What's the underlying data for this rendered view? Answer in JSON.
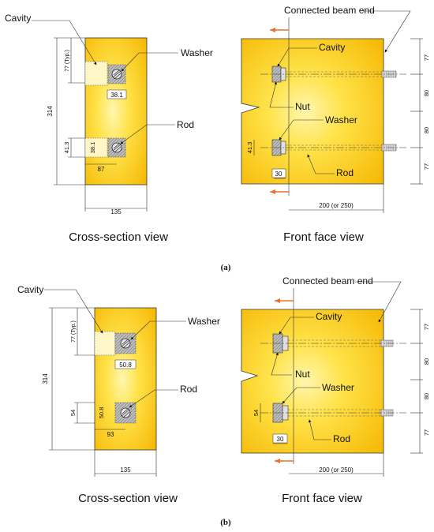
{
  "panels": [
    {
      "caption": "(a)",
      "cross_section": {
        "title": "Cross-section view",
        "labels": {
          "cavity": "Cavity",
          "washer": "Washer",
          "rod": "Rod"
        },
        "dims": {
          "height": "314",
          "spacing_typ": "77 (Typ.)",
          "cavity_top": "38.1",
          "bottom_vertical": "41.3",
          "cavity_side": "38.1",
          "rod_offset": "87",
          "width": "135"
        }
      },
      "front_face": {
        "title": "Front face view",
        "labels": {
          "beam_end": "Connected beam end",
          "cavity": "Cavity",
          "nut": "Nut",
          "washer": "Washer",
          "rod": "Rod"
        },
        "dims": {
          "right_1": "77",
          "right_2": "80",
          "right_3": "80",
          "right_4": "77",
          "left_cavity": "41.3",
          "cavity_len": "30",
          "width": "200 (or 250)"
        }
      }
    },
    {
      "caption": "(b)",
      "cross_section": {
        "title": "Cross-section view",
        "labels": {
          "cavity": "Cavity",
          "washer": "Washer",
          "rod": "Rod"
        },
        "dims": {
          "height": "314",
          "spacing_typ": "77 (Typ.)",
          "cavity_top": "50.8",
          "bottom_vertical": "54",
          "cavity_side": "50.8",
          "rod_offset": "93",
          "width": "135"
        }
      },
      "front_face": {
        "title": "Front face view",
        "labels": {
          "beam_end": "Connected beam end",
          "cavity": "Cavity",
          "nut": "Nut",
          "washer": "Washer",
          "rod": "Rod"
        },
        "dims": {
          "right_1": "77",
          "right_2": "80",
          "right_3": "80",
          "right_4": "77",
          "left_cavity": "54",
          "cavity_len": "30",
          "width": "200 (or 250)"
        }
      }
    }
  ],
  "colors": {
    "timber": "#ffd21a",
    "timber_edge": "#f2b800",
    "timber_light": "#fff4a8",
    "steel": "#c9c9c9",
    "arrow": "#e8702a"
  }
}
